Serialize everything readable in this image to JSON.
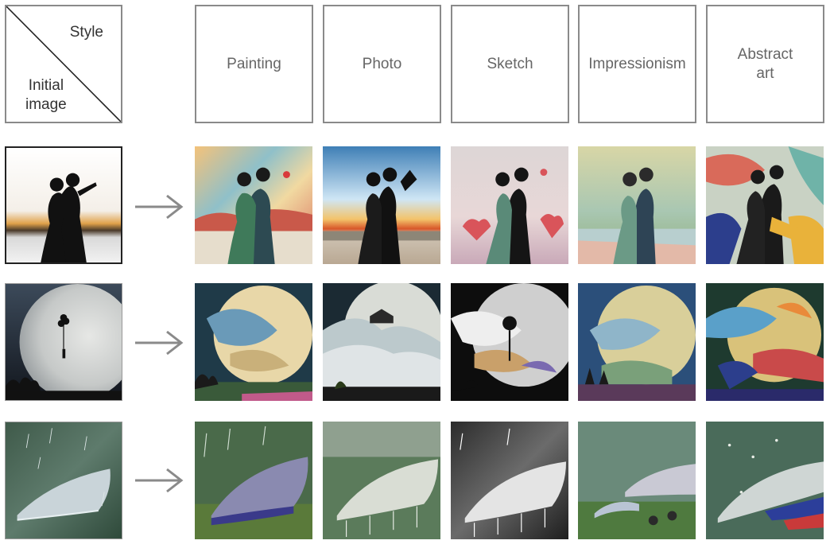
{
  "corner": {
    "style_label": "Style",
    "initial_label_line1": "Initial",
    "initial_label_line2": "image"
  },
  "styles": [
    {
      "line1": "Painting",
      "line2": ""
    },
    {
      "line1": "Photo",
      "line2": ""
    },
    {
      "line1": "Sketch",
      "line2": ""
    },
    {
      "line1": "Impressionism",
      "line2": ""
    },
    {
      "line1": "Abstract",
      "line2": "art"
    }
  ],
  "rows": [
    {
      "subject": "couple-silhouette-sunset"
    },
    {
      "subject": "moon-balloons"
    },
    {
      "subject": "umbrella-rain"
    }
  ]
}
